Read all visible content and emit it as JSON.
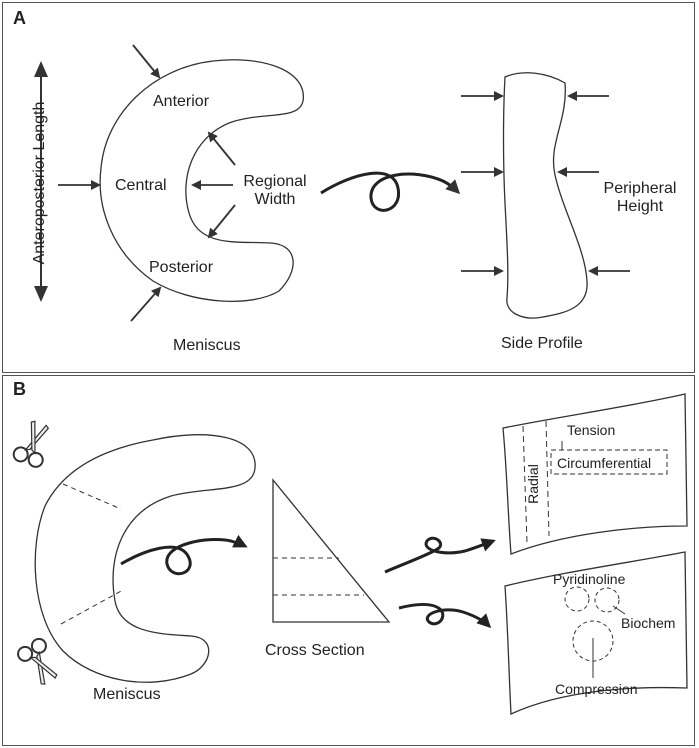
{
  "panel_a": {
    "letter": "A",
    "axis_label": "Anteroposterior Length",
    "anterior": "Anterior",
    "central": "Central",
    "posterior": "Posterior",
    "regional_width_line1": "Regional",
    "regional_width_line2": "Width",
    "peripheral_height_line1": "Peripheral",
    "peripheral_height_line2": "Height",
    "meniscus_caption": "Meniscus",
    "side_profile_caption": "Side Profile"
  },
  "panel_b": {
    "letter": "B",
    "meniscus_caption": "Meniscus",
    "cross_section_caption": "Cross Section",
    "tension": "Tension",
    "radial": "Radial",
    "circumferential": "Circumferential",
    "pyridinoline": "Pyridinoline",
    "biochem": "Biochem",
    "compression": "Compression"
  },
  "icons": [
    "scissors-icon",
    "curly-arrow-icon",
    "arrow-icon"
  ],
  "colors": {
    "stroke": "#333333",
    "border": "#555555",
    "text": "#222222"
  }
}
